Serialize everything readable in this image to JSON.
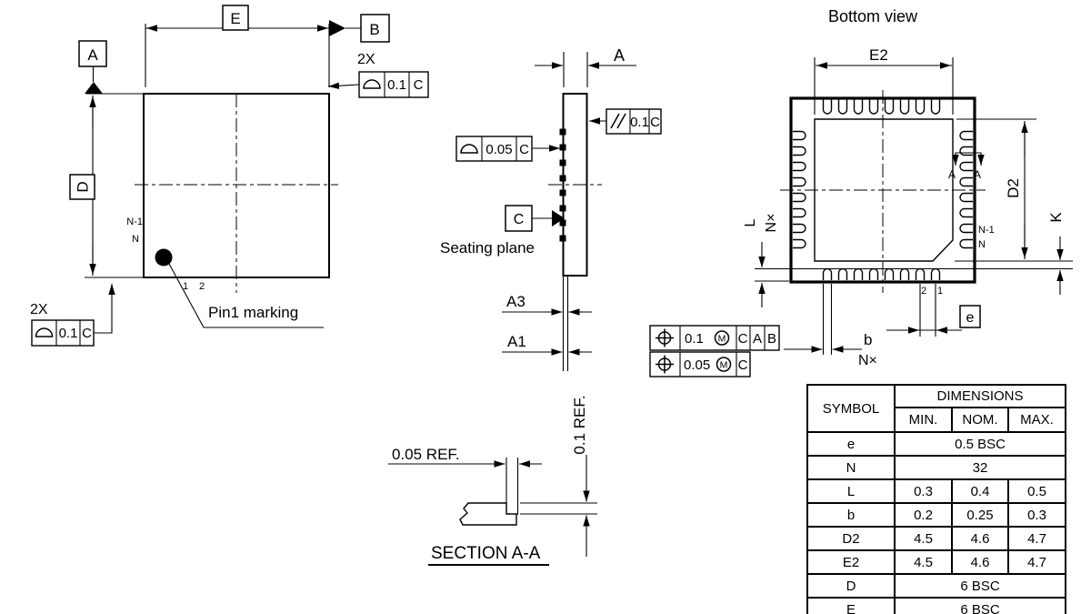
{
  "top_view": {
    "datum_a": "A",
    "datum_b": "B",
    "dim_e": "E",
    "dim_d": "D",
    "count_top": "2X",
    "count_bottom": "2X",
    "frame_top_tol": "0.1",
    "frame_top_datum": "C",
    "frame_bottom_tol": "0.1",
    "frame_bottom_datum": "C",
    "pin_n_minus_1": "N-1",
    "pin_n": "N",
    "pin_1": "1",
    "pin_2": "2",
    "pin1_marking": "Pin1 marking"
  },
  "side_view": {
    "dim_a": "A",
    "dim_a3": "A3",
    "dim_a1": "A1",
    "parallel_tol": "0.1",
    "parallel_datum": "C",
    "profile_tol": "0.05",
    "profile_datum": "C",
    "datum_c": "C",
    "seating_plane": "Seating plane"
  },
  "bottom_view": {
    "title": "Bottom view",
    "dim_e2": "E2",
    "dim_d2": "D2",
    "dim_k": "K",
    "dim_l": "L",
    "count_l": "N×",
    "dim_b": "b",
    "count_b": "N×",
    "pitch": "e",
    "pin_1": "1",
    "pin_2": "2",
    "pin_n_minus_1": "N-1",
    "pin_n": "N",
    "section_a_left": "A",
    "section_a_right": "A",
    "pos1_tol": "0.1",
    "pos1_mod": "M",
    "pos1_d1": "C",
    "pos1_d2": "A",
    "pos1_d3": "B",
    "pos2_tol": "0.05",
    "pos2_mod": "M",
    "pos2_d1": "C"
  },
  "section_aa": {
    "ref_horizontal": "0.05 REF.",
    "ref_vertical": "0.1 REF.",
    "title": "SECTION A-A"
  },
  "table": {
    "symbol": "SYMBOL",
    "dimensions": "DIMENSIONS",
    "min": "MIN.",
    "nom": "NOM.",
    "max": "MAX.",
    "rows": [
      {
        "symbol": "e",
        "span": "0.5 BSC"
      },
      {
        "symbol": "N",
        "span": "32"
      },
      {
        "symbol": "L",
        "min": "0.3",
        "nom": "0.4",
        "max": "0.5"
      },
      {
        "symbol": "b",
        "min": "0.2",
        "nom": "0.25",
        "max": "0.3"
      },
      {
        "symbol": "D2",
        "min": "4.5",
        "nom": "4.6",
        "max": "4.7"
      },
      {
        "symbol": "E2",
        "min": "4.5",
        "nom": "4.6",
        "max": "4.7"
      },
      {
        "symbol": "D",
        "span": "6 BSC"
      },
      {
        "symbol": "E",
        "span": "6 BSC"
      }
    ]
  },
  "colors": {
    "line": "#000000",
    "background": "#ffffff"
  }
}
